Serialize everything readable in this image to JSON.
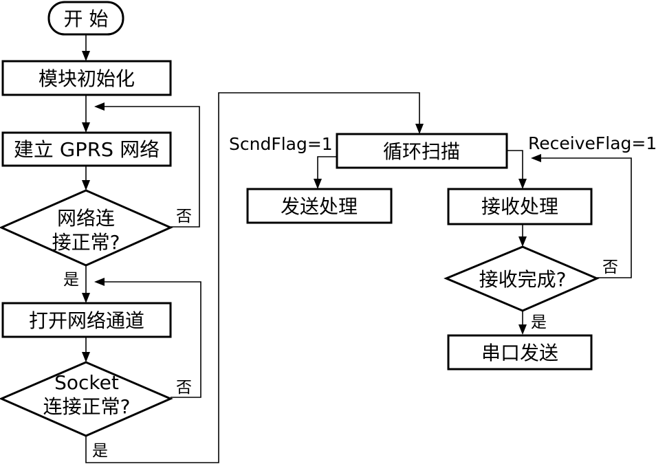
{
  "colors": {
    "stroke": "#000000",
    "background": "#ffffff",
    "text": "#000000"
  },
  "nodes": {
    "start": "开 始",
    "init": "模块初始化",
    "gprs": "建立 GPRS 网络",
    "net_ok": {
      "line1": "网络连",
      "line2": "接正常?"
    },
    "open_channel": "打开网络通道",
    "socket_ok": {
      "line1": "Socket",
      "line2": "连接正常?"
    },
    "scan": "循环扫描",
    "send_proc": "发送处理",
    "recv_proc": "接收处理",
    "recv_done": "接收完成?",
    "serial_send": "串口发送"
  },
  "edges": {
    "net_no": "否",
    "net_yes": "是",
    "socket_no": "否",
    "socket_yes": "是",
    "send_flag": "ScndFlag=1",
    "recv_flag": "ReceiveFlag=1",
    "recv_no": "否",
    "recv_yes": "是"
  }
}
